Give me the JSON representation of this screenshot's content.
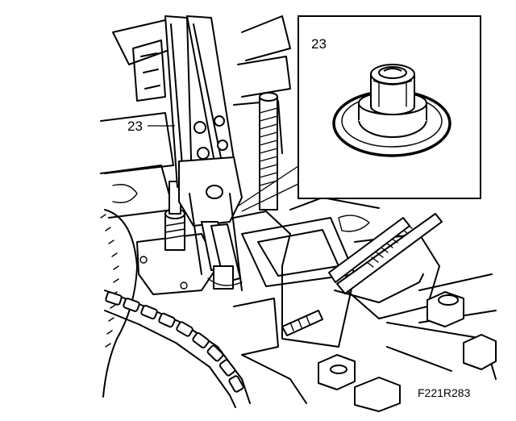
{
  "figure": {
    "callout_main": "23",
    "callout_inset": "23",
    "figure_code": "F221R283"
  }
}
